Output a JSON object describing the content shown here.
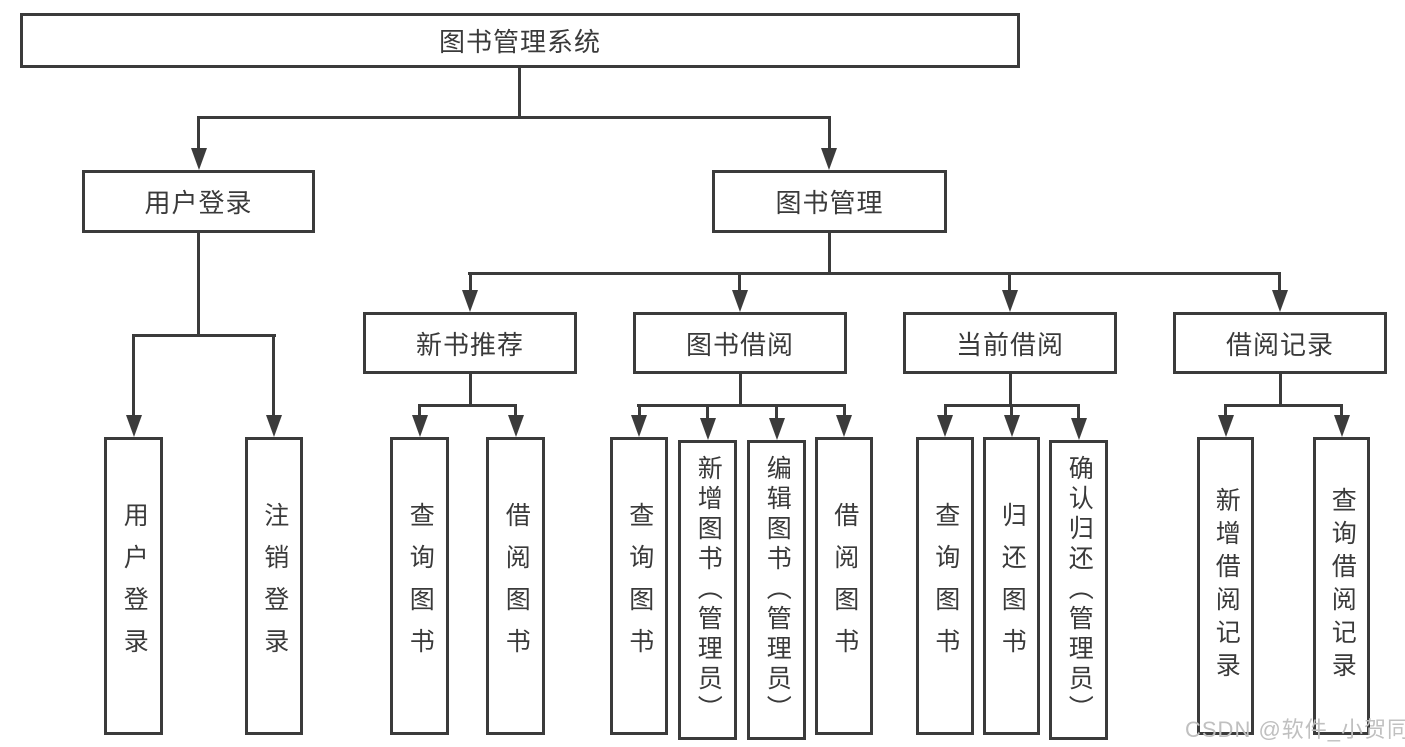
{
  "colors": {
    "line": "#3b3b3b",
    "text": "#3a3a3a",
    "watermark": "#c0c0c0",
    "background": "#ffffff"
  },
  "tree": {
    "root": {
      "label": "图书管理系统"
    },
    "login": {
      "label": "用户登录",
      "children": [
        {
          "label": "用户登录"
        },
        {
          "label": "注销登录"
        }
      ]
    },
    "manage": {
      "label": "图书管理"
    },
    "recommend": {
      "label": "新书推荐",
      "children": [
        {
          "label": "查询图书"
        },
        {
          "label": "借阅图书"
        }
      ]
    },
    "borrow": {
      "label": "图书借阅",
      "children": [
        {
          "label": "查询图书"
        },
        {
          "label": "新增图书（管理员）"
        },
        {
          "label": "编辑图书（管理员）"
        },
        {
          "label": "借阅图书"
        }
      ]
    },
    "current": {
      "label": "当前借阅",
      "children": [
        {
          "label": "查询图书"
        },
        {
          "label": "归还图书"
        },
        {
          "label": "确认归还（管理员）"
        }
      ]
    },
    "records": {
      "label": "借阅记录",
      "children": [
        {
          "label": "新增借阅记录"
        },
        {
          "label": "查询借阅记录"
        }
      ]
    }
  },
  "watermark": {
    "text": "CSDN @软件_小贺同学"
  }
}
